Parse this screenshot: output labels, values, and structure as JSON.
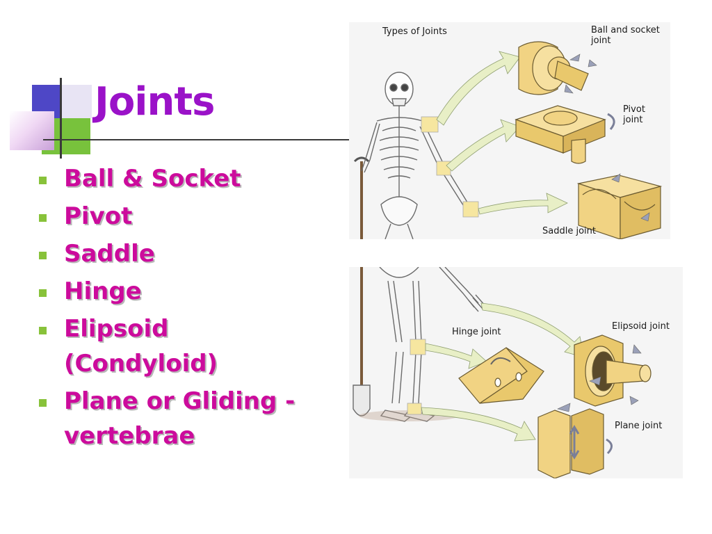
{
  "slide": {
    "title": "Joints",
    "bullets": [
      [
        "Ball & Socket"
      ],
      [
        "Pivot"
      ],
      [
        "Saddle"
      ],
      [
        "Hinge"
      ],
      [
        "Elipsoid",
        "(Condyloid)"
      ],
      [
        "Plane or Gliding -",
        "vertebrae"
      ]
    ]
  },
  "figure_top": {
    "heading": "Types of Joints",
    "labels": {
      "ball_socket": [
        "Ball and socket",
        "joint"
      ],
      "pivot": [
        "Pivot",
        "joint"
      ],
      "saddle": "Saddle joint"
    }
  },
  "figure_bottom": {
    "labels": {
      "hinge": "Hinge joint",
      "ellipsoid": "Elipsoid joint",
      "plane": "Plane joint"
    }
  },
  "colors": {
    "title": "#9a12c8",
    "bullet_text": "#cc0b9c",
    "bullet_marker": "#88c23a",
    "joint_fill": "#f1d383",
    "arrow_fill": "#e8efc6"
  }
}
